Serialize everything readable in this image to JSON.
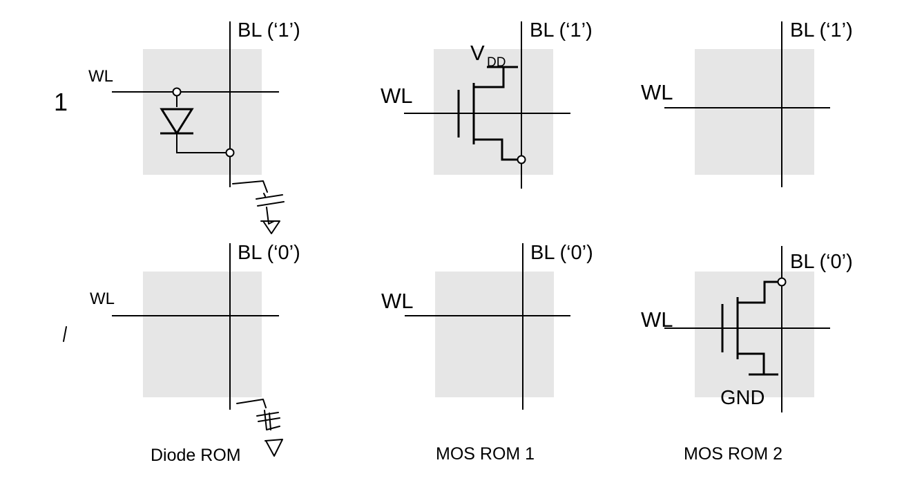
{
  "row_labels": {
    "top": "1",
    "bottom": "l"
  },
  "cells": {
    "diode_1": {
      "bl": "BL (‘1’)",
      "wl": "WL"
    },
    "mos1_1": {
      "bl": "BL (‘1’)",
      "wl": "WL",
      "vdd_main": "V",
      "vdd_sub": "DD"
    },
    "mos2_1": {
      "bl": "BL (‘1’)",
      "wl": "WL"
    },
    "diode_0": {
      "bl": "BL (‘0’)",
      "wl": "WL"
    },
    "mos1_0": {
      "bl": "BL (‘0’)",
      "wl": "WL"
    },
    "mos2_0": {
      "bl": "BL (‘0’)",
      "wl": "WL",
      "gnd": "GND"
    }
  },
  "captions": {
    "diode": "Diode ROM",
    "mos1": "MOS ROM 1",
    "mos2": "MOS ROM 2"
  },
  "colors": {
    "cell_fill": "#e6e6e6",
    "line": "#000000"
  }
}
